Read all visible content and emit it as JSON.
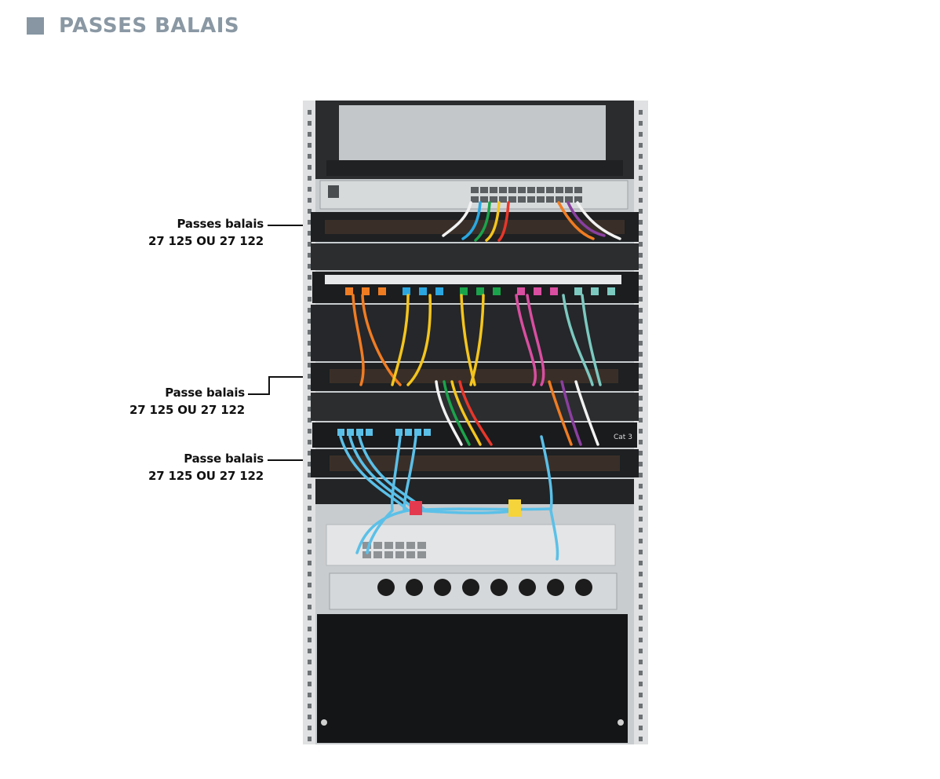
{
  "header": {
    "title": "PASSES BALAIS",
    "square_color": "#8796a2",
    "title_color": "#8a98a4"
  },
  "callouts": [
    {
      "line1": "Passes balais",
      "line2": "27 125 OU 27 122"
    },
    {
      "line1": "Passe balais",
      "line2": "27 125 OU 27 122"
    },
    {
      "line1": "Passe balais",
      "line2": "27 125 OU 27 122"
    }
  ],
  "photo": {
    "switch_label": "Cat 3",
    "cable_colors": [
      "#f2f2f2",
      "#2aa7e0",
      "#1aa34a",
      "#f4c51d",
      "#e8362a",
      "#f07c22",
      "#8b3fa0",
      "#d94ea0",
      "#7cc9c0",
      "#5bc0e8"
    ]
  }
}
